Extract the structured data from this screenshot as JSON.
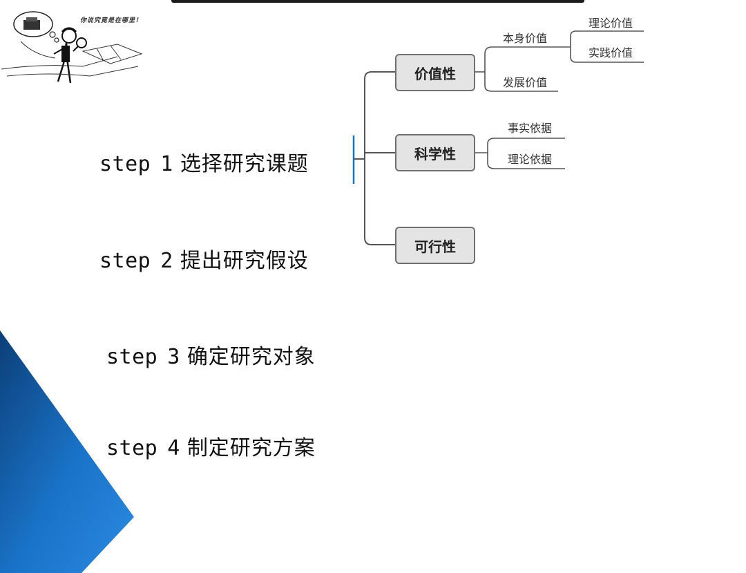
{
  "cartoon": {
    "caption": "你说究竟是在哪里！"
  },
  "steps": [
    {
      "word": "step",
      "num": "1",
      "title": "选择研究课题"
    },
    {
      "word": "step",
      "num": "2",
      "title": "提出研究假设"
    },
    {
      "word": "step",
      "num": "3",
      "title": "确定研究对象"
    },
    {
      "word": "step",
      "num": "4",
      "title": "制定研究方案"
    }
  ],
  "mindmap": {
    "nodes": {
      "value": "价值性",
      "science": "科学性",
      "feasible": "可行性"
    },
    "value_children": {
      "intrinsic": "本身价值",
      "development": "发展价值"
    },
    "intrinsic_children": {
      "theory": "理论价值",
      "practice": "实践价值"
    },
    "science_children": {
      "fact": "事实依据",
      "theory": "理论依据"
    }
  },
  "colors": {
    "accent_blue": "#1a73c8",
    "deep_blue": "#0b3f78",
    "node_fill": "#e4e4e4",
    "node_border": "#707070",
    "line": "#555555"
  }
}
